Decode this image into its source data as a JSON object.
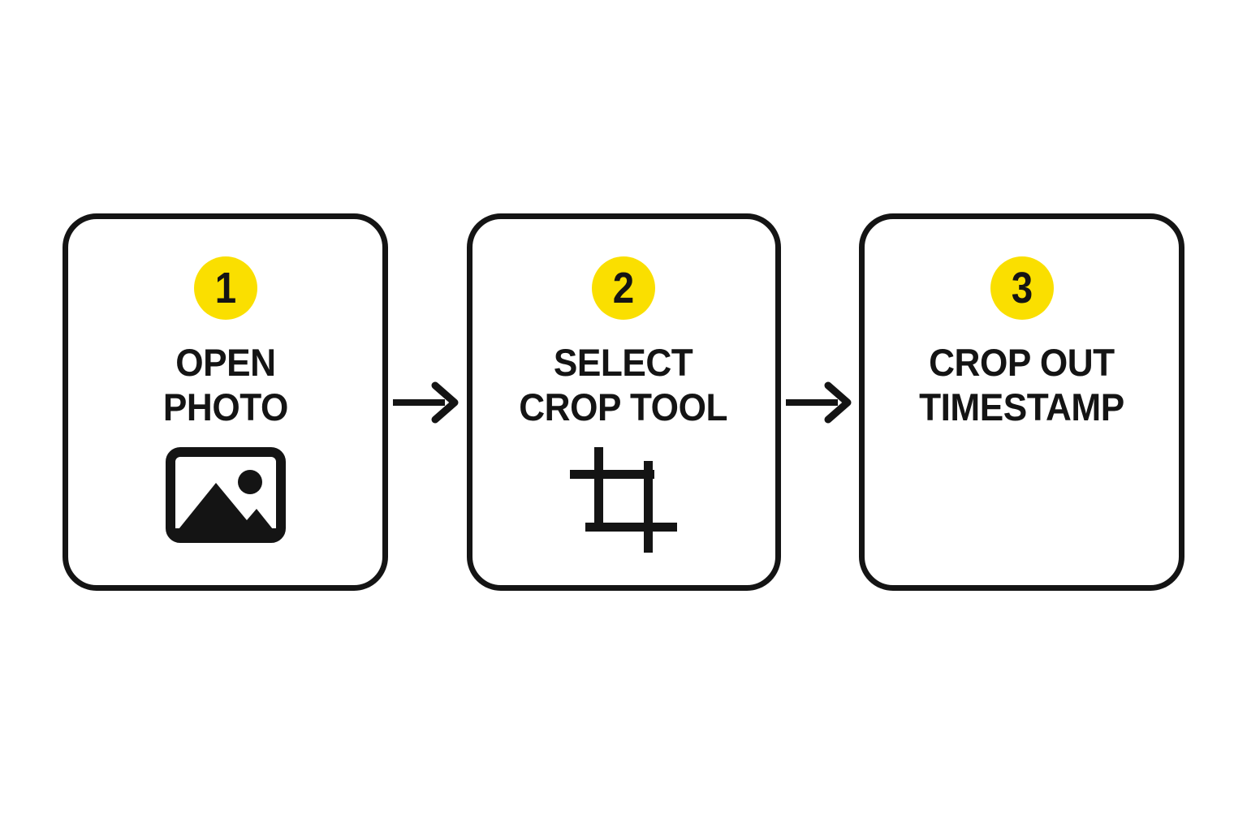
{
  "page": {
    "type": "process-flow-diagram",
    "background_color": "#FFFFFF",
    "stroke_color": "#141414",
    "accent_color": "#FADF00"
  },
  "flow": {
    "steps": [
      {
        "number": "1",
        "title": "OPEN\nPHOTO",
        "icon": "photo-image-icon",
        "has_icon": true,
        "width_class": "card-w-wide"
      },
      {
        "number": "2",
        "title": "SELECT\nCROP TOOL",
        "icon": "crop-tool-icon",
        "has_icon": true,
        "width_class": "card-w-narrow"
      },
      {
        "number": "3",
        "title": "CROP OUT\nTIMESTAMP",
        "icon": "",
        "has_icon": false,
        "width_class": "card-w-wide"
      }
    ],
    "connectors": [
      {
        "icon": "arrow-right-icon"
      },
      {
        "icon": "arrow-right-icon"
      }
    ]
  }
}
